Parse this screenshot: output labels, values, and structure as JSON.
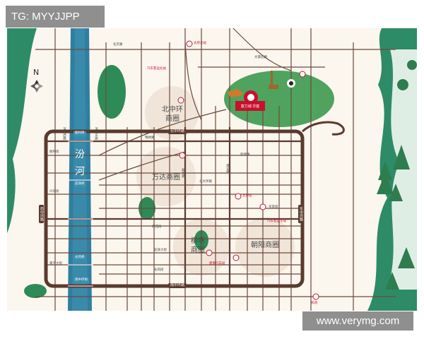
{
  "watermarks": {
    "top_left": "TG: MYYJJPP",
    "bottom_right": "www.verymg.com"
  },
  "compass": {
    "label": "N"
  },
  "river": {
    "name_char_1": "汾",
    "name_char_2": "河"
  },
  "districts": {
    "beizhonghuan": {
      "line1": "北中环",
      "line2": "商圈"
    },
    "wanda": {
      "line1": "万达商圈"
    },
    "liuxiang": {
      "line1": "柳巷",
      "line2": "商圈"
    },
    "chaoyang": {
      "line1": "朝阳商圈"
    }
  },
  "ring_roads": {
    "north": "北中环路",
    "south": "南中环路",
    "west": "西中环路",
    "east": "东中环路"
  },
  "roads": {
    "shengli": "胜利街",
    "fuxi": "府西街",
    "yingze": "迎泽大街",
    "changfeng": "长风街",
    "beidahuan": "北大环路",
    "binhe_east": "滨河东路",
    "binhe_west": "滨河西路",
    "xinjian": "新建路",
    "jiefang": "解放路",
    "jianshe": "建设路",
    "wenzi_north": "文瀛北路",
    "qinxian": "亲贤街",
    "xingzheng": "兴华街",
    "huanghe": "黄河大街"
  },
  "bridges": {
    "b1": "胜利桥",
    "b2": "迎泽桥",
    "b3": "长风桥",
    "b4": "南中环桥"
  },
  "project": {
    "label": "富力城·华庭"
  },
  "markers": {
    "train_north": "太原北站",
    "train_main": "太原站",
    "bus_north": "汽车客运北站",
    "bus_east": "汽车客运东站",
    "bus_south": "建南汽车站",
    "airport": "机场",
    "xizhi": "锦绣路",
    "beijing_rd": "北京路"
  },
  "colors": {
    "river": "#2f7f9f",
    "road": "#5b3a2e",
    "ring": "#5b3a2e",
    "park": "#2e8b57",
    "border_green": "#2e8b67",
    "district_tint": "#efe3d6",
    "accent_red": "#c8102e"
  }
}
